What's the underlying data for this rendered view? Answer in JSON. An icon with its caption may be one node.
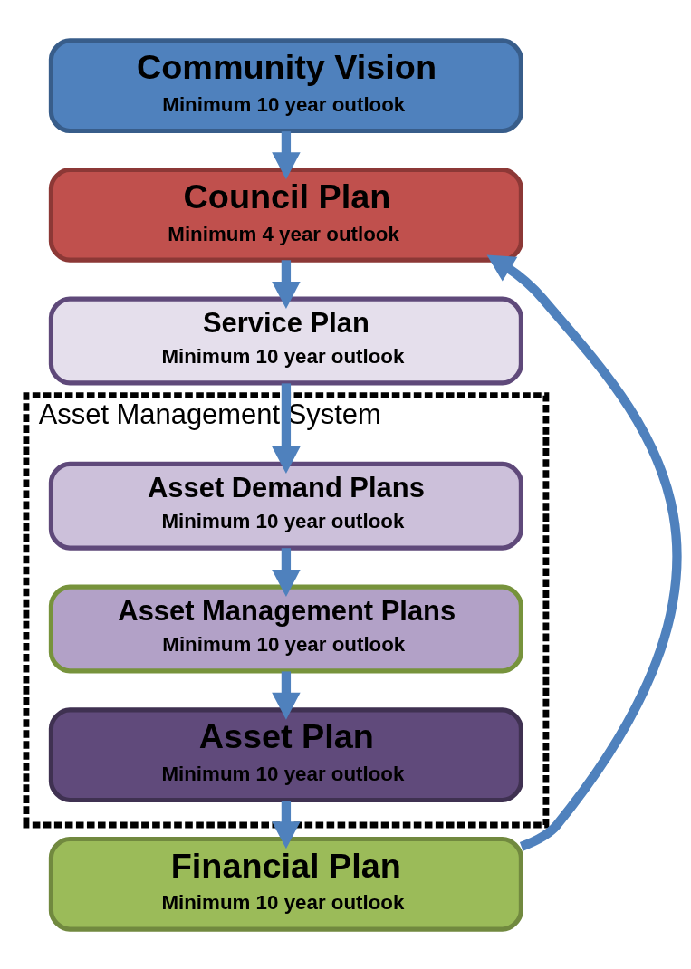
{
  "diagram": {
    "nodes": [
      {
        "text": [
          "Community Vision",
          "Minimum 10 year outlook"
        ]
      },
      {
        "text": [
          "Council Plan",
          "Minimum 4 year outlook"
        ]
      },
      {
        "text": [
          "Service Plan",
          "Minimum 10 year outlook"
        ]
      },
      {
        "text": [
          "Asset Management System"
        ]
      },
      {
        "text": [
          "Asset Demand Plans",
          "Minimum 10 year outlook"
        ],
        "in": 3
      },
      {
        "text": [
          "Asset Management Plans",
          "Minimum 10 year outlook"
        ],
        "in": 3
      },
      {
        "text": [
          "Asset Plan",
          "Minimum 10 year outlook"
        ],
        "in": 3
      },
      {
        "text": [
          "Financial Plan",
          "Minimum 10 year outlook"
        ]
      }
    ],
    "edges": [
      {
        "from": 0,
        "to": 1,
        "arrow": "to"
      },
      {
        "from": 1,
        "to": 2,
        "arrow": "to"
      },
      {
        "from": 2,
        "to": 4,
        "arrow": "to"
      },
      {
        "from": 4,
        "to": 5,
        "arrow": "to"
      },
      {
        "from": 5,
        "to": 6,
        "arrow": "to"
      },
      {
        "from": 6,
        "to": 7,
        "arrow": "to"
      },
      {
        "from": 7,
        "to": 1,
        "arrow": "to"
      }
    ]
  }
}
